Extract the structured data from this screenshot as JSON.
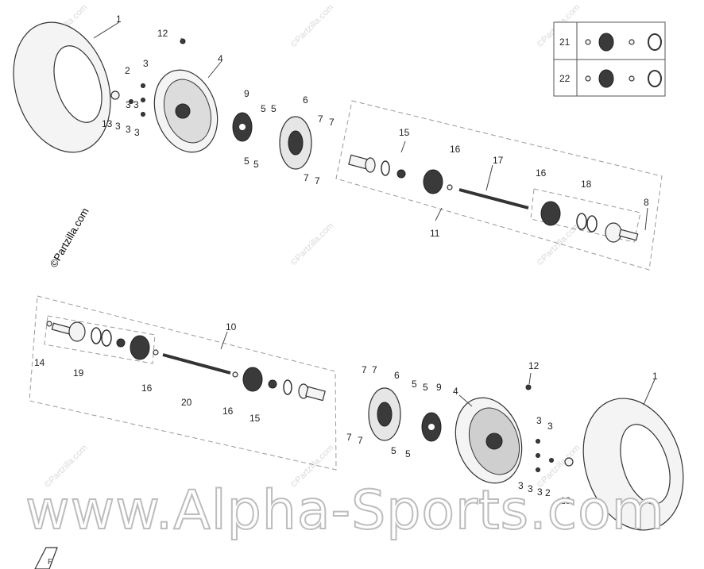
{
  "diagram": {
    "callouts_upper": [
      "1",
      "2",
      "3",
      "3",
      "3",
      "3",
      "13",
      "3",
      "3",
      "12",
      "4",
      "9",
      "5",
      "5",
      "5",
      "5",
      "6",
      "7",
      "7",
      "7",
      "7",
      "15",
      "16",
      "17",
      "16",
      "18",
      "8",
      "11"
    ],
    "callouts_lower": [
      "10",
      "14",
      "19",
      "16",
      "20",
      "16",
      "15",
      "7",
      "7",
      "6",
      "5",
      "5",
      "9",
      "4",
      "12",
      "1",
      "7",
      "7",
      "5",
      "5",
      "3",
      "3",
      "3",
      "3",
      "3",
      "2",
      "13"
    ],
    "inset_labels": [
      "21",
      "22"
    ],
    "watermark_small": "©Partzilla.com",
    "watermark_side": "©Partzilla.com",
    "watermark_large": "www.Alpha-Sports.com",
    "colors": {
      "lines": "#333333",
      "frames": "#9a9a9a",
      "watermark": "#bdbdbd"
    }
  }
}
